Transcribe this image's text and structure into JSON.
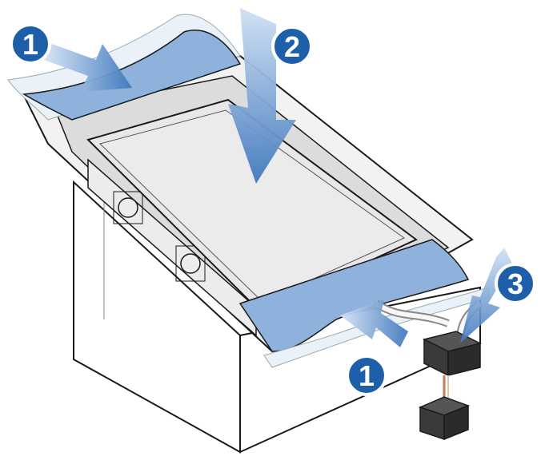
{
  "figure": {
    "steps": [
      {
        "label": "1"
      },
      {
        "label": "2"
      },
      {
        "label": "3"
      },
      {
        "label": "1"
      }
    ]
  },
  "colors": {
    "badge": "#1d5fa8",
    "badge_ring": "#ffffff",
    "bracket_blue": "#8fb2dc",
    "bracket_blue_dark": "#5d87bd",
    "arrow_blue": "#4f86c6",
    "line": "#1a1a1a",
    "panel_gray": "#e8e8e8",
    "connector": "#3a3a3a",
    "wire": "#c87a55"
  }
}
